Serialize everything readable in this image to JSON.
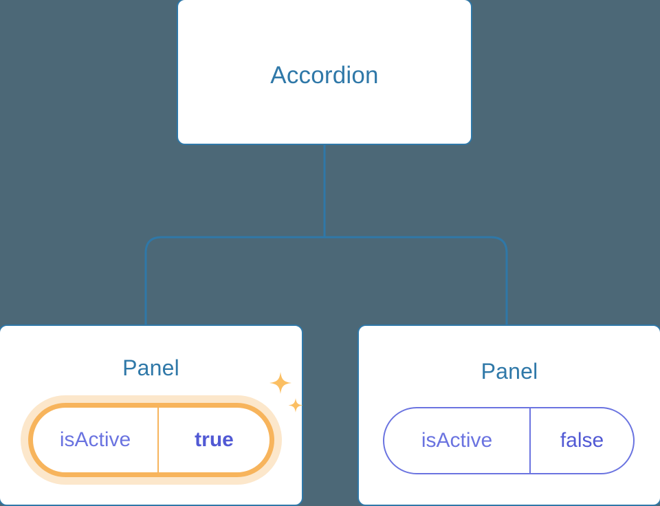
{
  "background_color": "#4c6877",
  "theme": {
    "card_bg": "#ffffff",
    "card_border": "#2f78a8",
    "title_color": "#2f78a8",
    "connector_color": "#2f78a8",
    "prop_border": "#6a73e0",
    "prop_text": "#6a73e0",
    "prop_value_text": "#5159d4",
    "highlight_color": "#f7b45c",
    "highlight_glow": "rgba(247,180,92,0.32)",
    "sparkle_color": "#fbbf63"
  },
  "tree": {
    "root": {
      "label": "Accordion"
    },
    "children": [
      {
        "label": "Panel",
        "highlighted": true,
        "prop": {
          "key": "isActive",
          "value": "true",
          "value_bold": true
        },
        "decoration": "sparkles"
      },
      {
        "label": "Panel",
        "highlighted": false,
        "prop": {
          "key": "isActive",
          "value": "false",
          "value_bold": false
        },
        "decoration": "none"
      }
    ]
  },
  "icons": {
    "sparkle_large": "sparkle-four-point-star",
    "sparkle_small": "sparkle-four-point-star-small"
  }
}
